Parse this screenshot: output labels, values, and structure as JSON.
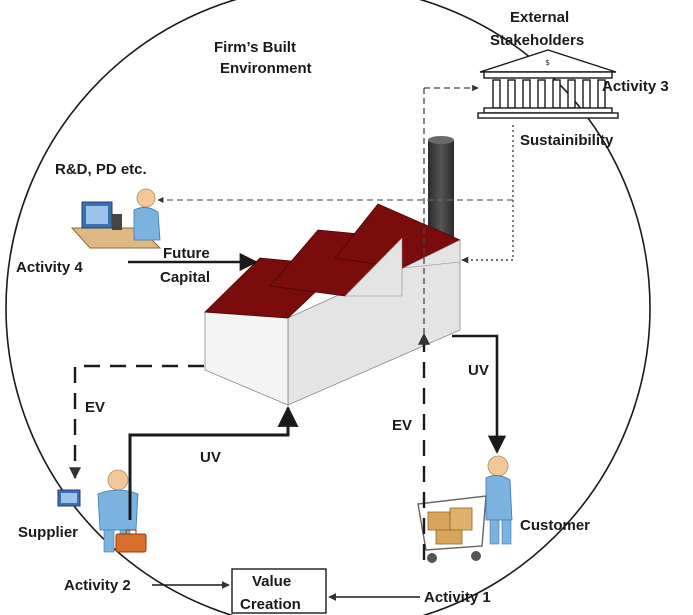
{
  "diagram": {
    "environment_label": [
      "Firm’s Built",
      "Environment"
    ],
    "stakeholders_label": [
      "External",
      "Stakeholders"
    ],
    "bank_symbol": "$",
    "sustainability": "Sustainibility",
    "rnd_label": "R&D, PD etc.",
    "future_capital": [
      "Future",
      "Capital"
    ],
    "activity_1": "Activity 1",
    "activity_2": "Activity 2",
    "activity_3": "Activity 3",
    "activity_4": "Activity 4",
    "supplier": "Supplier",
    "customer": "Customer",
    "value_creation": [
      "Value",
      "Creation"
    ],
    "ev_left": "EV",
    "ev_right": "EV",
    "uv_left": "UV",
    "uv_right": "UV"
  },
  "colors": {
    "roof": "#7a0c0c",
    "wall_front": "#f3f3f3",
    "wall_side": "#e2e2e2",
    "chimney": "#3a3a3a",
    "person": "#f2c79a",
    "line": "#1a1a1a"
  }
}
